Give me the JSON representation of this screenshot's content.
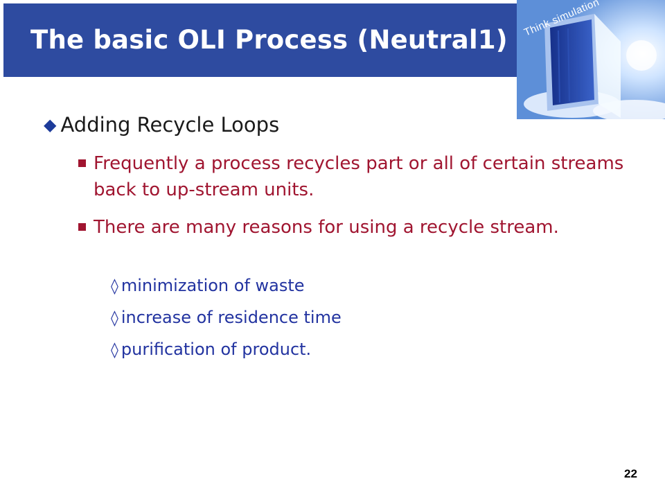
{
  "slide": {
    "title": "The basic OLI Process (Neutral1)",
    "tagline": "Think simulation",
    "page_number": "22"
  },
  "content": {
    "heading": "Adding Recycle Loops",
    "points": [
      "Frequently a process recycles part or all of certain streams back to up-stream units.",
      "There are many reasons for using a recycle stream."
    ],
    "reasons": [
      "minimization of waste",
      "increase of residence time",
      "purification of product."
    ]
  },
  "colors": {
    "header": "#2e4ba0",
    "point_text": "#a01530",
    "reason_text": "#2233a0"
  },
  "icons": {
    "heading_bullet": "diamond-bullet-icon",
    "point_bullet": "square-bullet-icon",
    "reason_bullet": "hollow-diamond-icon",
    "logo": "door-sky-logo"
  }
}
